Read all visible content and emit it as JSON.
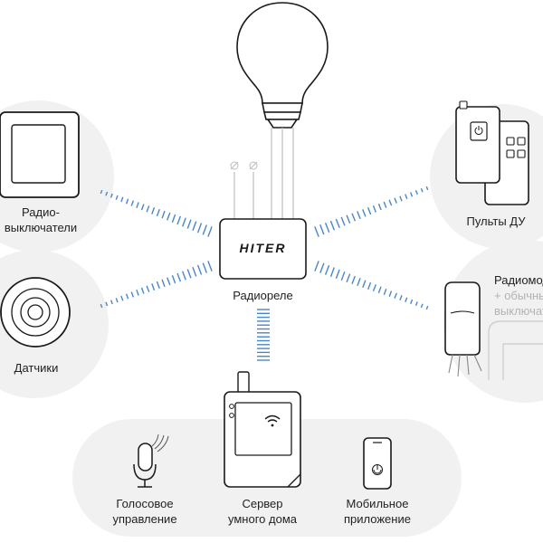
{
  "colors": {
    "signal": "#4a86c8",
    "outline": "#1a1a1a",
    "bubble": "#f1f1f1",
    "wire": "#bdbdbd"
  },
  "relay": {
    "logo": "HITER",
    "label": "Радиореле"
  },
  "devices": {
    "switches": {
      "label_line1": "Радио-",
      "label_line2": "выключатели"
    },
    "sensors": {
      "label": "Датчики"
    },
    "remotes": {
      "label": "Пульты ДУ"
    },
    "modules": {
      "label_line1": "Радиомодули",
      "label_line2": "+ обычные",
      "label_line3": "выключатели"
    }
  },
  "hub": {
    "voice": {
      "label_line1": "Голосовое",
      "label_line2": "управление"
    },
    "server": {
      "label_line1": "Сервер",
      "label_line2": "умного дома"
    },
    "mobile": {
      "label_line1": "Мобильное",
      "label_line2": "приложение"
    }
  }
}
